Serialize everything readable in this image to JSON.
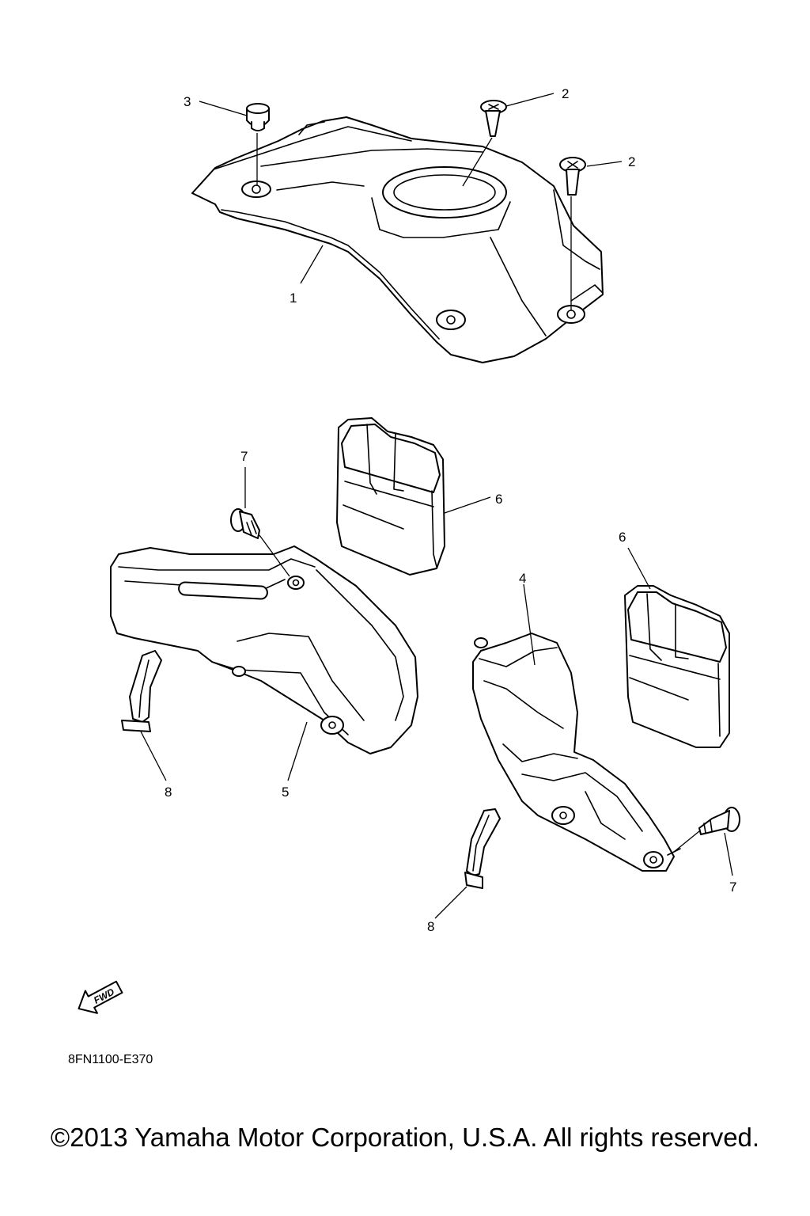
{
  "callouts": {
    "c1": "1",
    "c2a": "2",
    "c2b": "2",
    "c3": "3",
    "c4": "4",
    "c5": "5",
    "c6a": "6",
    "c6b": "6",
    "c7a": "7",
    "c7b": "7",
    "c8a": "8",
    "c8b": "8"
  },
  "fwd_label": "FWD",
  "reference_code": "8FN1100-E370",
  "copyright": "©2013 Yamaha Motor Corporation, U.S.A. All rights reserved."
}
